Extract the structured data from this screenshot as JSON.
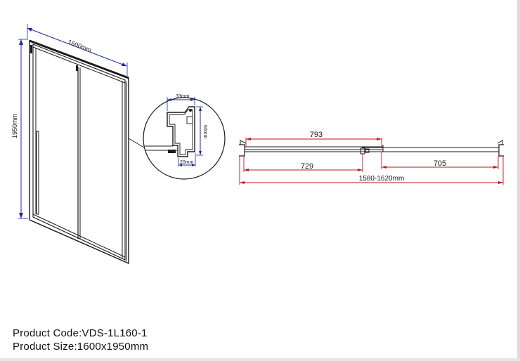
{
  "elevation": {
    "width_label": "1600mm",
    "height_label": "1950mm"
  },
  "profile_detail": {
    "top_label": "33mm",
    "side_label": "60mm",
    "bottom_label": "20mm"
  },
  "plan": {
    "upper_panel_label": "793",
    "left_panel_label": "729",
    "right_panel_label": "705",
    "overall_label": "1580-1620mm"
  },
  "colors": {
    "line": "#1a1a1a",
    "blue_dimension": "#1d2a9c",
    "red_dimension": "#c2141b"
  },
  "caption": {
    "code_line": "Product Code:VDS-1L160-1",
    "size_line": "Product Size:1600x1950mm"
  }
}
